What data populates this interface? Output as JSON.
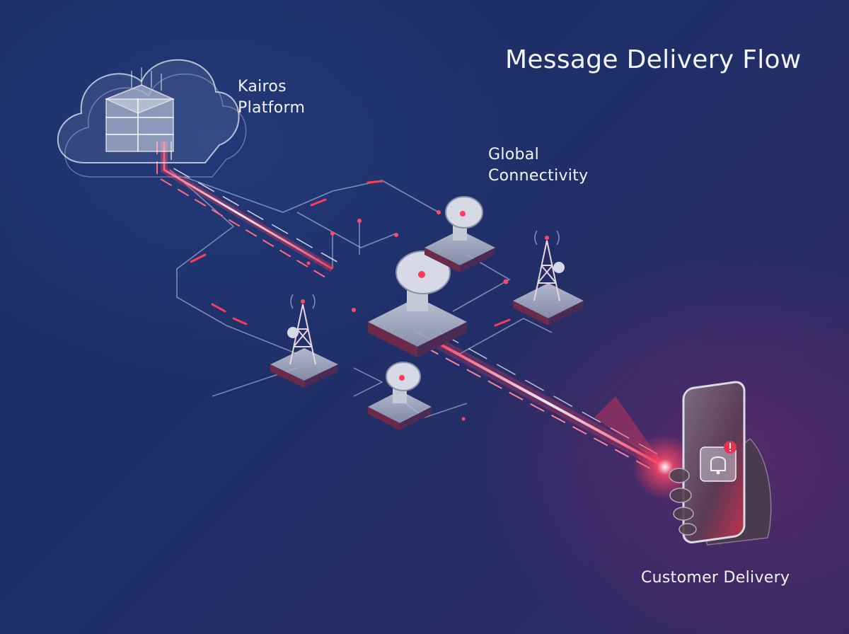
{
  "title": "Message Delivery Flow",
  "nodes": {
    "source": "Kairos\nPlatform",
    "network": "Global\nConnectivity",
    "destination": "Customer Delivery"
  },
  "colors": {
    "background": "#1f2f68",
    "signal": "#ff3a5a",
    "line": "#c9d2ee",
    "text": "#f2f4fa"
  },
  "icons": [
    "cloud-server-icon",
    "satellite-dish-icon",
    "radio-tower-icon",
    "smartphone-icon",
    "bell-notification-icon"
  ]
}
